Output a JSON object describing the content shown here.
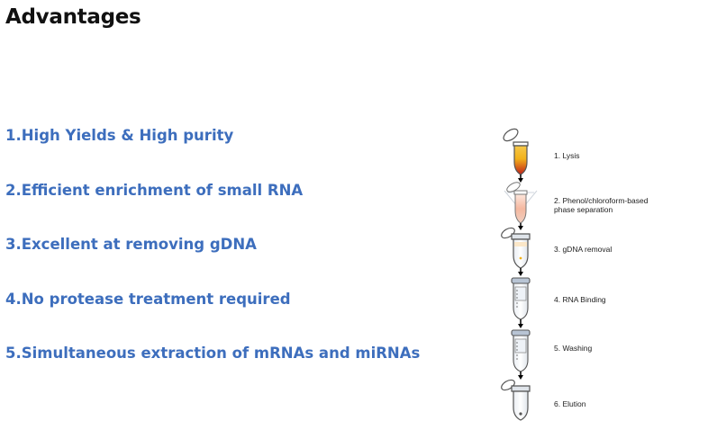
{
  "title": "Advantages",
  "advantages": [
    "1.High Yields & High purity",
    "2.Efficient enrichment of small RNA",
    "3.Excellent at removing gDNA",
    "4.No protease treatment required",
    "5.Simultaneous extraction of mRNAs and miRNAs"
  ],
  "workflow": {
    "steps": [
      "1.  Lysis",
      "2. Phenol/chloroform-based\n    phase separation",
      "3. gDNA removal",
      "4. RNA Binding",
      "5. Washing",
      "6. Elution"
    ],
    "colors": {
      "lysate_top": "#f2b21b",
      "lysate_bottom": "#c0201a",
      "phase_pink": "#f5b8a0",
      "outline": "#555555",
      "column_cap": "#b8c4d4"
    }
  }
}
